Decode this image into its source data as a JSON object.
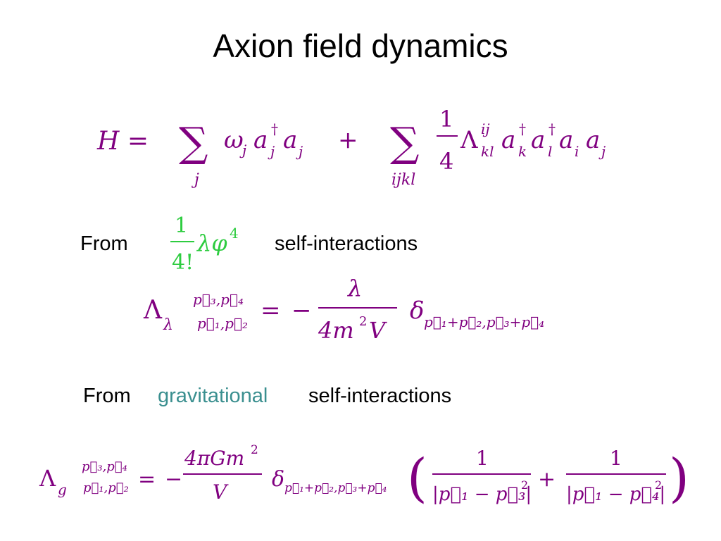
{
  "slide": {
    "title": "Axion field dynamics",
    "colors": {
      "equation": "#800080",
      "lambda_phi4_term": "#2ecc40",
      "gravitational_word": "#3a8f8f",
      "text": "#000000"
    }
  },
  "hamiltonian": {
    "lhs": "H =",
    "plus": "+",
    "sum1": {
      "symbol": "∑",
      "index": "j"
    },
    "term1": {
      "omega": "ω",
      "omega_sub": "j",
      "a": "a",
      "dagger": "†",
      "dagger_sub": "j",
      "a2": "a",
      "a2_sub": "j"
    },
    "sum2": {
      "symbol": "∑",
      "index": "ijkl"
    },
    "term2": {
      "frac_num": "1",
      "frac_den": "4",
      "Lambda": "Λ",
      "Lambda_sup": "ij",
      "Lambda_sub": "kl",
      "a1": "a",
      "a1_sup": "†",
      "a1_sub": "k",
      "a2": "a",
      "a2_sup": "†",
      "a2_sub": "l",
      "a3": "a",
      "a3_sub": "i",
      "a4": "a",
      "a4_sub": "j"
    }
  },
  "section_lambda": {
    "from": "From",
    "term": {
      "frac_num": "1",
      "frac_den": "4!",
      "body": "λφ",
      "exp": "4"
    },
    "suffix": "self-interactions",
    "equation": {
      "Lambda": "Λ",
      "Lambda_sub": "λ",
      "upper": "p⃗₃,p⃗₄",
      "lower": "p⃗₁,p⃗₂",
      "eq": "=",
      "minus": "−",
      "num": "λ",
      "den_a": "4m",
      "den_exp": "2",
      "den_b": "V",
      "delta": "δ",
      "delta_sub": "p⃗₁+p⃗₂,p⃗₃+p⃗₄"
    }
  },
  "section_gravity": {
    "from": "From",
    "highlight": "gravitational",
    "suffix": "self-interactions",
    "equation": {
      "Lambda": "Λ",
      "Lambda_sub": "g",
      "upper": "p⃗₃,p⃗₄",
      "lower": "p⃗₁,p⃗₂",
      "eq": "=",
      "minus": "−",
      "num_a": "4πGm",
      "num_exp": "2",
      "den": "V",
      "delta": "δ",
      "delta_sub": "p⃗₁+p⃗₂,p⃗₃+p⃗₄",
      "lparen": "(",
      "rparen": ")",
      "frac1_num": "1",
      "frac1_den_a": "|p⃗₁ − p⃗₃|",
      "frac1_den_exp": "2",
      "plus": "+",
      "frac2_num": "1",
      "frac2_den_a": "|p⃗₁ − p⃗₄|",
      "frac2_den_exp": "2"
    }
  }
}
